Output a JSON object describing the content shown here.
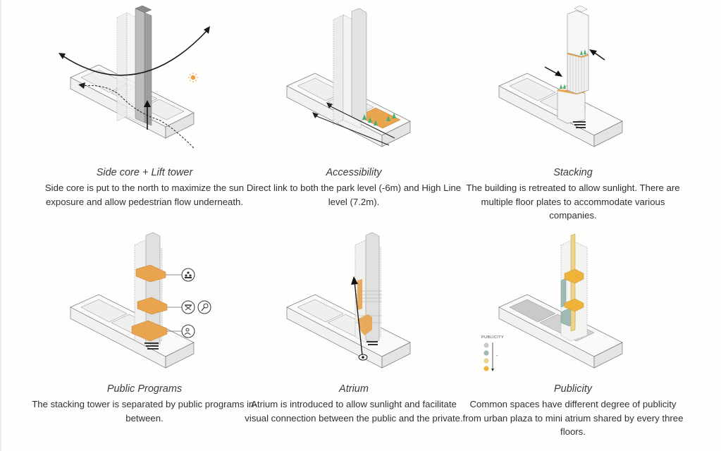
{
  "panels": [
    {
      "id": "side-core",
      "title": "Side core + Lift tower",
      "description": "Side core is put to the north to maximize the sun exposure and allow pedestrian flow underneath.",
      "icons": [
        "sun-icon",
        "sun-path-arrow",
        "pedestrian-flow-arrow",
        "lift-arrow"
      ]
    },
    {
      "id": "accessibility",
      "title": "Accessibility",
      "description": "Direct link to both the park level (-6m) and High Line level (7.2m).",
      "icons": [
        "link-arrow",
        "tree-icon"
      ]
    },
    {
      "id": "stacking",
      "title": "Stacking",
      "description": "The building is retreated to allow sunlight. There are multiple floor plates to accommodate various companies.",
      "icons": [
        "retreat-arrow",
        "tree-icon"
      ]
    },
    {
      "id": "public-programs",
      "title": "Public Programs",
      "description": "The stacking tower is separated by public programs in-between.",
      "icons": [
        "auditorium-icon",
        "gym-icon",
        "ping-pong-icon",
        "cafe-icon"
      ]
    },
    {
      "id": "atrium",
      "title": "Atrium",
      "description": "Atrium is introduced to allow sunlight and facilitate visual connection between the public and the private.",
      "icons": [
        "view-arrow",
        "eye-icon"
      ]
    },
    {
      "id": "publicity",
      "title": "Publicity",
      "description": "Common spaces have different degree of publicity from urban plaza to mini atrium shared by every three floors.",
      "legend": {
        "title": "PUBLICITY",
        "scale_label": "-",
        "levels": [
          {
            "color": "#c9c9c7"
          },
          {
            "color": "#9fbab5"
          },
          {
            "color": "#ecd48e"
          },
          {
            "color": "#efb33c"
          }
        ]
      }
    }
  ],
  "colors": {
    "background": "#fefefc",
    "orange": "#e8a44f",
    "yellow": "#f0c75a",
    "teal": "#9fbab5",
    "tower_grey": "#d9d9d7",
    "core_grey": "#a9a9a7",
    "green": "#4caf6e",
    "sun": "#f0a040"
  }
}
